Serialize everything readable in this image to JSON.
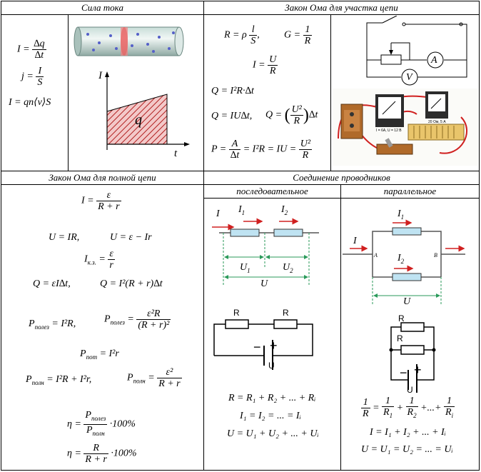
{
  "titles": {
    "current": "Сила тока",
    "ohm_section": "Закон Ома для участка цепи",
    "ohm_full": "Закон Ома для полной цепи",
    "connection": "Соединение проводников",
    "series": "последовательное",
    "parallel": "параллельное"
  },
  "current": {
    "f1_lhs": "I =",
    "f1_num": "∆q",
    "f1_den": "∆t",
    "f2_lhs": "j =",
    "f2_num": "I",
    "f2_den": "S",
    "f3": "I = qn⟨v⟩S",
    "graph_y": "I",
    "graph_x": "t",
    "graph_area": "q"
  },
  "ohm_section": {
    "r_lhs": "R = ρ",
    "r_num": "l",
    "r_den": "S",
    "g_lhs": "G =",
    "g_num": "1",
    "g_den": "R",
    "i_lhs": "I =",
    "i_num": "U",
    "i_den": "R",
    "q1": "Q = I²R·∆t",
    "q2a": "Q = IU∆t,",
    "q2b_lhs": "Q =",
    "q2b_num": "U²",
    "q2b_den": "R",
    "q2b_tail": "∆t",
    "p_lhs": "P =",
    "p_num": "A",
    "p_den": "∆t",
    "p_mid": "= I²R = IU =",
    "p_num2": "U²",
    "p_den2": "R",
    "ammeter": "A",
    "voltmeter": "V",
    "photo_label1": "I = 6A,   U = 12 B",
    "photo_label2": "20 Ом, 5 А"
  },
  "ohm_full": {
    "i_lhs": "I =",
    "i_num": "ε",
    "i_den": "R + r",
    "u1": "U = IR,",
    "u2": "U = ε − Ir",
    "isc_lhs": "I",
    "isc_sub": "к.з.",
    "isc_eq": "=",
    "isc_num": "ε",
    "isc_den": "r",
    "q1": "Q = εI∆t,",
    "q2": "Q = I²(R + r)∆t",
    "p_useful1": "P",
    "p_useful_sub": "полез",
    "p_useful1_rhs": "= I²R,",
    "p_useful2_num": "ε²R",
    "p_useful2_den": "(R + r)²",
    "p_lost": "P",
    "p_lost_sub": "пот",
    "p_lost_rhs": "= I²r",
    "p_full": "P",
    "p_full_sub": "полн",
    "p_full_rhs": "= I²R + I²r,",
    "p_full2_num": "ε²",
    "p_full2_den": "R + r",
    "eff_lhs": "η =",
    "eff_num": "P",
    "eff_den": "P",
    "eff_tail": "·100%",
    "eff2_num": "R",
    "eff2_den": "R + r",
    "eff2_tail": "·100%"
  },
  "series": {
    "I": "I",
    "I1": "I",
    "I2": "I",
    "U1": "U",
    "U2": "U",
    "U": "U",
    "R_a": "R",
    "R_b": "R",
    "U_src": "U",
    "f1": "R = R₁ + R₂ + ... + Rᵢ",
    "f2": "I₁ = I₂ = ... = Iᵢ",
    "f3": "U = U₁ + U₂ + ... + Uᵢ"
  },
  "parallel": {
    "I": "I",
    "I1": "I",
    "I2": "I",
    "A": "A",
    "B": "B",
    "U": "U",
    "R_a": "R",
    "R_b": "R",
    "U_src": "U",
    "f1_num": "1",
    "f1_den": "R",
    "f2": "I = I₁ + I₂ + ... + Iᵢ",
    "f3": "U = U₁ = U₂ = ... = Uᵢ"
  }
}
